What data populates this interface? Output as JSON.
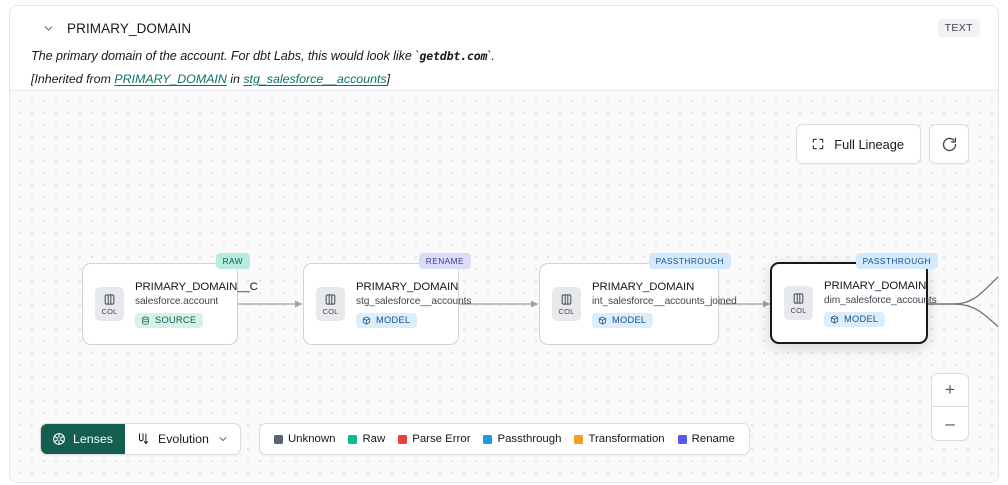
{
  "header": {
    "chevron_icon": "chevron-down-icon",
    "title": "PRIMARY_DOMAIN",
    "type_badge": "TEXT",
    "description_pre": "The primary domain of the account. For dbt Labs, this would look like `",
    "description_code": "getdbt.com",
    "description_post": "`.",
    "inherited_prefix": "[Inherited from ",
    "inherited_column_link": "PRIMARY_DOMAIN",
    "inherited_mid": " in ",
    "inherited_model_link": "stg_salesforce__accounts",
    "inherited_suffix": "]"
  },
  "toolbar": {
    "full_lineage_label": "Full Lineage",
    "full_lineage_icon": "expand-corners-icon",
    "refresh_icon": "refresh-icon"
  },
  "zoom_controls": {
    "zoom_in_label": "+",
    "zoom_out_label": "–"
  },
  "graph": {
    "nodes": [
      {
        "tag": "RAW",
        "tag_class": "raw",
        "chip_label": "COL",
        "chip_icon": "column-icon",
        "name": "PRIMARY_DOMAIN__C",
        "subtitle": "salesforce.account",
        "badge_label": "SOURCE",
        "badge_class": "source",
        "badge_icon": "database-icon",
        "selected": false
      },
      {
        "tag": "RENAME",
        "tag_class": "rename",
        "chip_label": "COL",
        "chip_icon": "column-icon",
        "name": "PRIMARY_DOMAIN",
        "subtitle": "stg_salesforce__accounts",
        "badge_label": "MODEL",
        "badge_class": "model",
        "badge_icon": "cube-icon",
        "selected": false
      },
      {
        "tag": "PASSTHROUGH",
        "tag_class": "passthrough",
        "chip_label": "COL",
        "chip_icon": "column-icon",
        "name": "PRIMARY_DOMAIN",
        "subtitle": "int_salesforce__accounts_joined",
        "badge_label": "MODEL",
        "badge_class": "model",
        "badge_icon": "cube-icon",
        "selected": false
      },
      {
        "tag": "PASSTHROUGH",
        "tag_class": "passthrough",
        "chip_label": "COL",
        "chip_icon": "column-icon",
        "name": "PRIMARY_DOMAIN",
        "subtitle": "dim_salesforce_accounts",
        "badge_label": "MODEL",
        "badge_class": "model",
        "badge_icon": "cube-icon",
        "selected": true
      }
    ]
  },
  "bottom_bar": {
    "lenses_label": "Lenses",
    "lenses_icon": "aperture-icon",
    "evolution_label": "Evolution",
    "evolution_icon": "flow-merge-icon",
    "evolution_chevron_icon": "chevron-down-icon",
    "legend": [
      {
        "label": "Unknown",
        "color": "#5c6370"
      },
      {
        "label": "Raw",
        "color": "#12b891"
      },
      {
        "label": "Parse Error",
        "color": "#e2433f"
      },
      {
        "label": "Passthrough",
        "color": "#1b9be0"
      },
      {
        "label": "Transformation",
        "color": "#f0a020"
      },
      {
        "label": "Rename",
        "color": "#5b58e8"
      }
    ]
  }
}
